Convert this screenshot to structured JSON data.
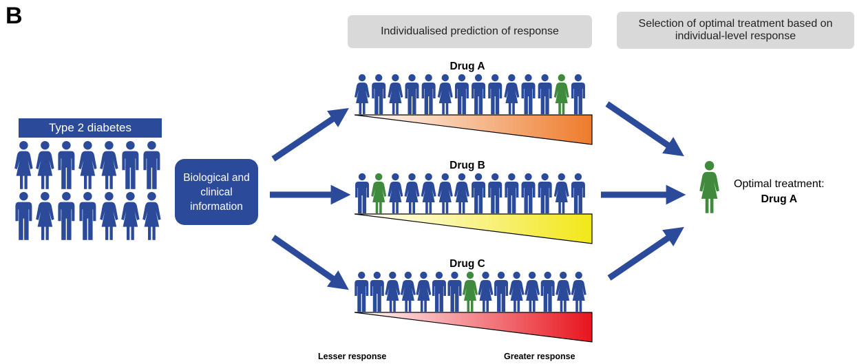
{
  "panel_label": "B",
  "headers": {
    "prediction": "Individualised prediction of response",
    "selection": "Selection of optimal treatment based on individual-level response"
  },
  "population_label": "Type 2 diabetes",
  "info_box": "Biological and clinical information",
  "drugs": [
    {
      "label": "Drug A",
      "highlight_index": 12,
      "gradient_color": "#ee7b2b",
      "people": [
        "f",
        "m",
        "f",
        "m",
        "m",
        "f",
        "m",
        "m",
        "m",
        "f",
        "m",
        "m",
        "f",
        "m"
      ]
    },
    {
      "label": "Drug B",
      "highlight_index": 1,
      "gradient_color": "#f2e718",
      "people": [
        "m",
        "f",
        "f",
        "f",
        "f",
        "f",
        "f",
        "m",
        "m",
        "m",
        "m",
        "m",
        "f",
        "m"
      ]
    },
    {
      "label": "Drug C",
      "highlight_index": 7,
      "gradient_color": "#e8141d",
      "people": [
        "m",
        "m",
        "f",
        "f",
        "f",
        "m",
        "m",
        "f",
        "f",
        "m",
        "f",
        "f",
        "m",
        "f",
        "f"
      ]
    }
  ],
  "response_scale": {
    "low": "Lesser response",
    "high": "Greater response"
  },
  "outcome": {
    "line1": "Optimal treatment:",
    "line2": "Drug A"
  },
  "colors": {
    "figure_blue": "#2b4a99",
    "highlight_green": "#3f8a3c",
    "header_grey": "#d9d9d9"
  }
}
